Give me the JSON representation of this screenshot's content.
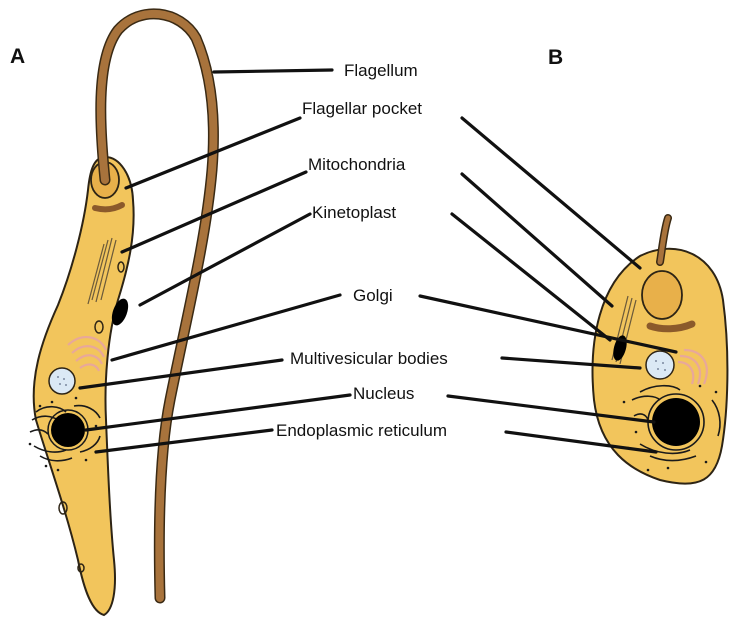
{
  "panels": {
    "a": "A",
    "b": "B"
  },
  "labels": {
    "flagellum": "Flagellum",
    "flagellar_pocket": "Flagellar pocket",
    "mitochondria": "Mitochondria",
    "kinetoplast": "Kinetoplast",
    "golgi": "Golgi",
    "multivesicular_bodies": "Multivesicular bodies",
    "nucleus": "Nucleus",
    "endoplasmic_reticulum": "Endoplasmic reticulum"
  },
  "colors": {
    "cytoplasm": "#f2c55c",
    "flagellum": "#a8733c",
    "golgi": "#e8a89a",
    "multivesicular_body": "#dbe9f5",
    "nucleus": "#000000"
  }
}
